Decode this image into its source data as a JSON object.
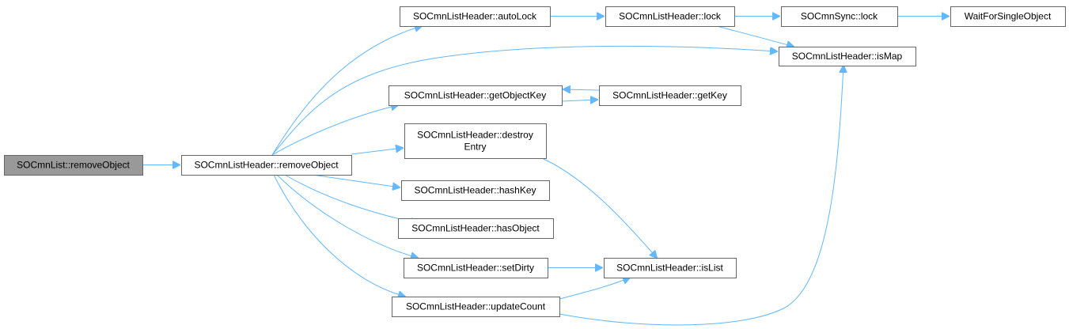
{
  "colors": {
    "edge": "#63b8ff",
    "node_border": "#666666",
    "node_fill": "#ffffff",
    "root_fill": "#999999"
  },
  "nodes": [
    {
      "id": "n0",
      "lines": [
        "SOCmnList::removeObject"
      ],
      "root": true
    },
    {
      "id": "n1",
      "lines": [
        "SOCmnListHeader::removeObject"
      ]
    },
    {
      "id": "n2",
      "lines": [
        "SOCmnListHeader::autoLock"
      ]
    },
    {
      "id": "n3",
      "lines": [
        "SOCmnListHeader::lock"
      ]
    },
    {
      "id": "n4",
      "lines": [
        "SOCmnSync::lock"
      ]
    },
    {
      "id": "n5",
      "lines": [
        "WaitForSingleObject"
      ]
    },
    {
      "id": "n6",
      "lines": [
        "SOCmnListHeader::isMap"
      ]
    },
    {
      "id": "n7",
      "lines": [
        "SOCmnListHeader::getObjectKey"
      ]
    },
    {
      "id": "n8",
      "lines": [
        "SOCmnListHeader::getKey"
      ]
    },
    {
      "id": "n9",
      "lines": [
        "SOCmnListHeader::destroy",
        "Entry"
      ]
    },
    {
      "id": "n10",
      "lines": [
        "SOCmnListHeader::hashKey"
      ]
    },
    {
      "id": "n11",
      "lines": [
        "SOCmnListHeader::hasObject"
      ]
    },
    {
      "id": "n12",
      "lines": [
        "SOCmnListHeader::setDirty"
      ]
    },
    {
      "id": "n13",
      "lines": [
        "SOCmnListHeader::isList"
      ]
    },
    {
      "id": "n14",
      "lines": [
        "SOCmnListHeader::updateCount"
      ]
    }
  ],
  "edges": [
    {
      "from": "n0",
      "to": "n1"
    },
    {
      "from": "n1",
      "to": "n2"
    },
    {
      "from": "n1",
      "to": "n6"
    },
    {
      "from": "n1",
      "to": "n7"
    },
    {
      "from": "n1",
      "to": "n9"
    },
    {
      "from": "n1",
      "to": "n10"
    },
    {
      "from": "n1",
      "to": "n11"
    },
    {
      "from": "n1",
      "to": "n12"
    },
    {
      "from": "n1",
      "to": "n14"
    },
    {
      "from": "n2",
      "to": "n3"
    },
    {
      "from": "n3",
      "to": "n4"
    },
    {
      "from": "n3",
      "to": "n6"
    },
    {
      "from": "n4",
      "to": "n5"
    },
    {
      "from": "n7",
      "to": "n8"
    },
    {
      "from": "n8",
      "to": "n7"
    },
    {
      "from": "n9",
      "to": "n13"
    },
    {
      "from": "n12",
      "to": "n13"
    },
    {
      "from": "n14",
      "to": "n13"
    },
    {
      "from": "n14",
      "to": "n6"
    }
  ]
}
